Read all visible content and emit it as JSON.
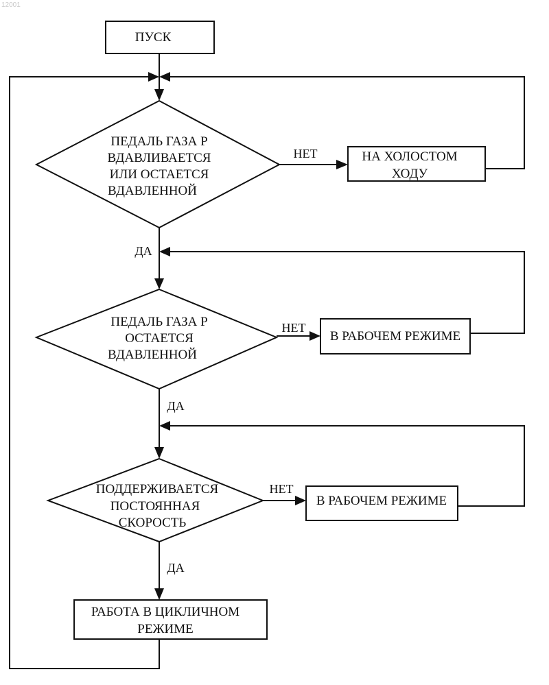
{
  "corner_mark": "12001",
  "nodes": {
    "start": "ПУСК",
    "decision1": [
      "ПЕДАЛЬ ГАЗА Р",
      "ВДАВЛИВАЕТСЯ",
      "ИЛИ ОСТАЕТСЯ",
      "ВДАВЛЕННОЙ"
    ],
    "idle": [
      "НА ХОЛОСТОМ",
      "ХОДУ"
    ],
    "decision2": [
      "ПЕДАЛЬ ГАЗА Р",
      "ОСТАЕТСЯ",
      "ВДАВЛЕННОЙ"
    ],
    "work1": "В РАБОЧЕМ РЕЖИМЕ",
    "decision3": [
      "ПОДДЕРЖИВАЕТСЯ",
      "ПОСТОЯННАЯ",
      "СКОРОСТЬ"
    ],
    "work2": "В РАБОЧЕМ РЕЖИМЕ",
    "cycle": [
      "РАБОТА В ЦИКЛИЧНОМ",
      "РЕЖИМЕ"
    ]
  },
  "edge_labels": {
    "no1": "НЕТ",
    "yes1": "ДА",
    "no2": "НЕТ",
    "yes2": "ДА",
    "no3": "НЕТ",
    "yes3": "ДА"
  }
}
